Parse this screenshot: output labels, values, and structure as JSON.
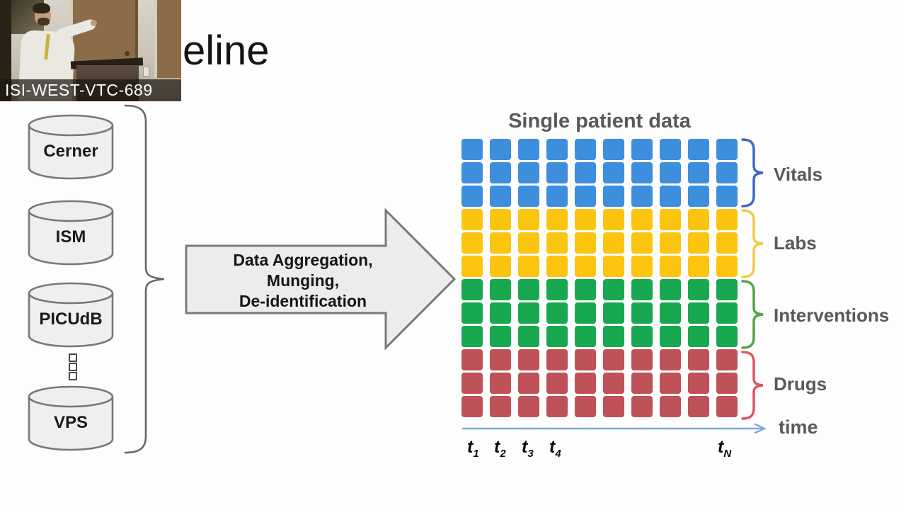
{
  "colors": {
    "time_axis": "#7FA8D9",
    "heading_gray": "#595959"
  },
  "video": {
    "camera_label": "ISI-WEST-VTC-689"
  },
  "slide": {
    "title_visible": "eline",
    "databases": [
      {
        "label": "Cerner"
      },
      {
        "label": "ISM"
      },
      {
        "label": "PICUdB"
      },
      {
        "label": "VPS"
      }
    ],
    "arrow_lines": [
      "Data Aggregation,",
      "Munging,",
      "De-identification"
    ],
    "diagram": {
      "title": "Single patient data",
      "columns": 10,
      "groups": [
        {
          "label": "Vitals",
          "rows": 3,
          "cell_color": "#3E8EDE",
          "brace_color": "#3B6AC4"
        },
        {
          "label": "Labs",
          "rows": 3,
          "cell_color": "#FBC40F",
          "brace_color": "#F4C843"
        },
        {
          "label": "Interventions",
          "rows": 3,
          "cell_color": "#18A84F",
          "brace_color": "#55A246"
        },
        {
          "label": "Drugs",
          "rows": 3,
          "cell_color": "#BF5158",
          "brace_color": "#DB5763"
        }
      ],
      "time_axis": {
        "label": "time",
        "ticks": [
          {
            "base": "t",
            "sub": "1"
          },
          {
            "base": "t",
            "sub": "2"
          },
          {
            "base": "t",
            "sub": "3"
          },
          {
            "base": "t",
            "sub": "4"
          },
          {
            "base": "t",
            "sub": "N"
          }
        ]
      }
    }
  }
}
